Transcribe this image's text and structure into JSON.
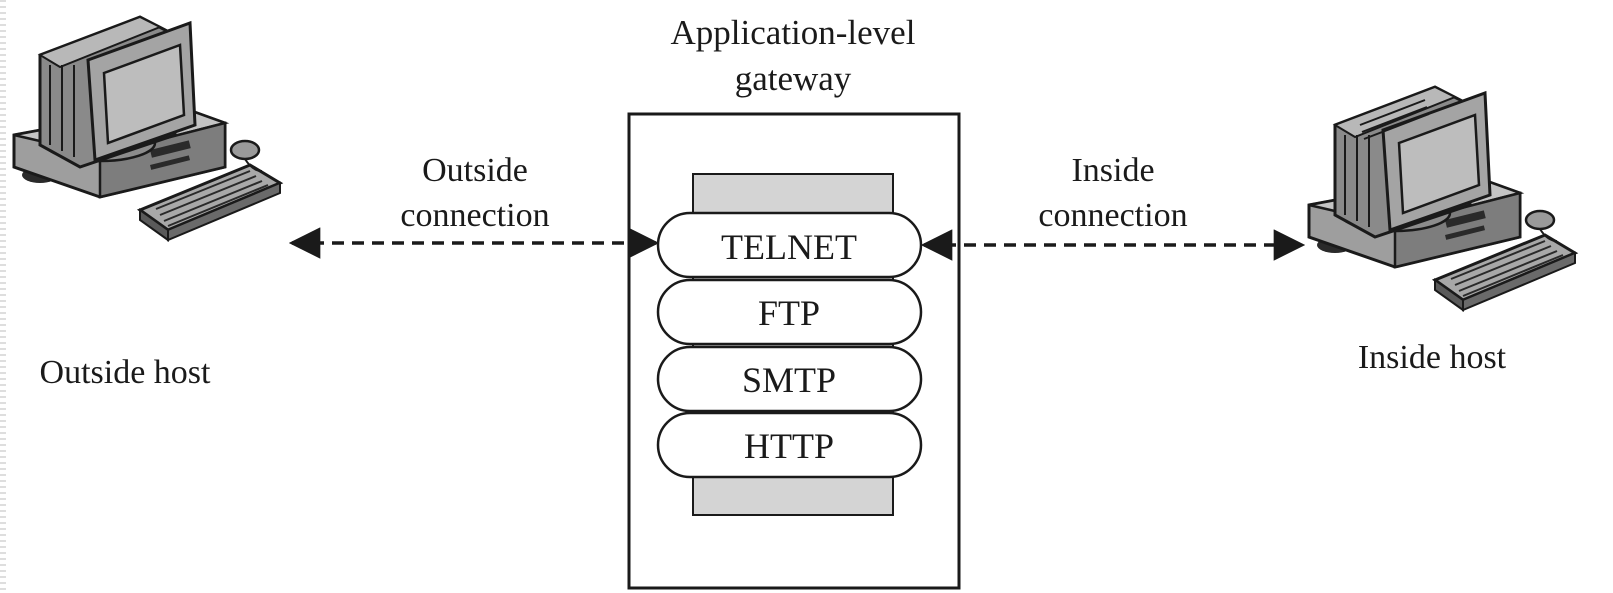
{
  "gateway": {
    "title_line1": "Application-level",
    "title_line2": "gateway",
    "protocols": [
      {
        "label": "TELNET"
      },
      {
        "label": "FTP"
      },
      {
        "label": "SMTP"
      },
      {
        "label": "HTTP"
      }
    ]
  },
  "connections": {
    "outside": {
      "line1": "Outside",
      "line2": "connection"
    },
    "inside": {
      "line1": "Inside",
      "line2": "connection"
    }
  },
  "hosts": {
    "outside": {
      "label": "Outside host",
      "icon": "desktop-computer-icon"
    },
    "inside": {
      "label": "Inside host",
      "icon": "desktop-computer-icon"
    }
  },
  "colors": {
    "line": "#1a1a1a",
    "fill_gray": "#d4d4d4",
    "screen": "#bdbdbd",
    "monitor_body": "#9a9a9a",
    "dark": "#3c3c3c"
  }
}
